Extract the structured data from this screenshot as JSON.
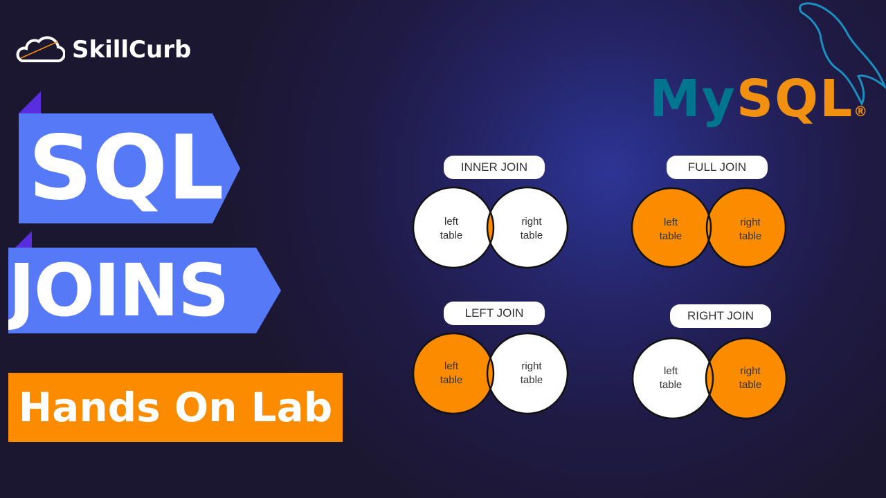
{
  "brand": {
    "name": "SkillCurb"
  },
  "title": {
    "line1": "SQL",
    "line2": "JOINS",
    "subtitle": "Hands On Lab"
  },
  "logo": {
    "my": "My",
    "sql": "SQL",
    "reg": "®"
  },
  "joins": [
    {
      "label": "INNER JOIN",
      "left": [
        "left",
        "table"
      ],
      "right": [
        "right",
        "table"
      ],
      "fill": "inner"
    },
    {
      "label": "FULL JOIN",
      "left": [
        "left",
        "table"
      ],
      "right": [
        "right",
        "table"
      ],
      "fill": "full"
    },
    {
      "label": "LEFT JOIN",
      "left": [
        "left",
        "table"
      ],
      "right": [
        "right",
        "table"
      ],
      "fill": "left"
    },
    {
      "label": "RIGHT JOIN",
      "left": [
        "left",
        "table"
      ],
      "right": [
        "right",
        "table"
      ],
      "fill": "right"
    }
  ],
  "colors": {
    "orange": "#fb8c00",
    "blue": "#5679f7",
    "mysql_blue": "#00758f",
    "mysql_orange": "#f29111"
  }
}
